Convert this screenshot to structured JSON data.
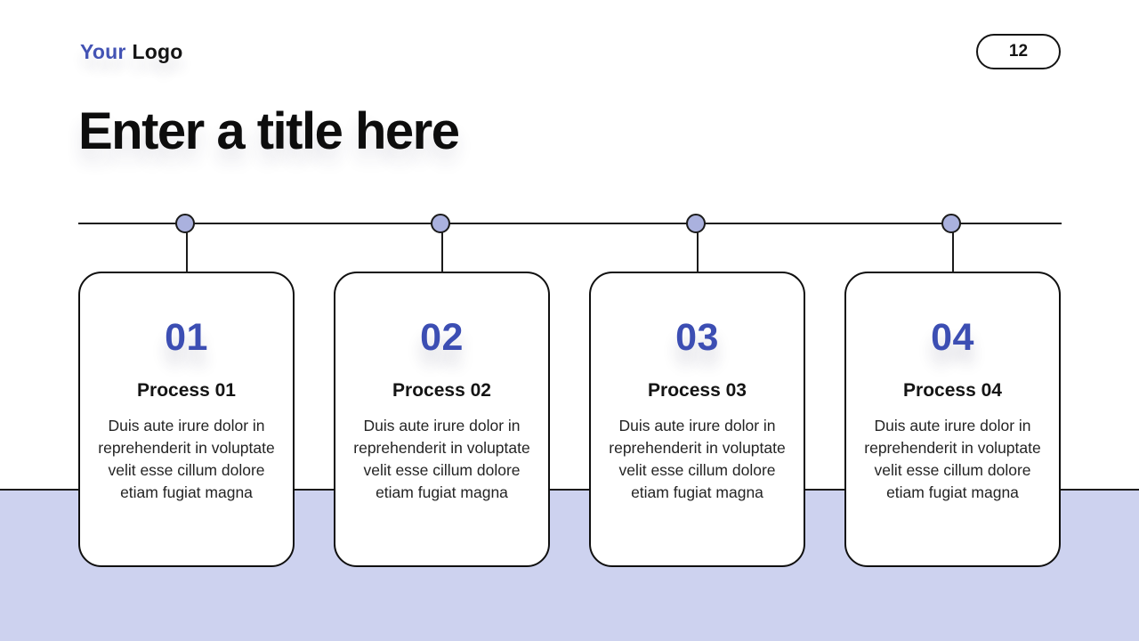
{
  "colors": {
    "accent": "#3c4eb3",
    "band": "#cdd2ef",
    "node_fill": "#aab1de",
    "line": "#1b1b1b",
    "title_ink": "#0d0d0d"
  },
  "header": {
    "logo_part1": "Your",
    "logo_part2": "Logo",
    "page_number": "12"
  },
  "title": "Enter a title here",
  "steps": [
    {
      "number": "01",
      "heading": "Process 01",
      "body": "Duis aute irure dolor in reprehenderit in voluptate velit esse cillum dolore etiam fugiat magna"
    },
    {
      "number": "02",
      "heading": "Process 02",
      "body": "Duis aute irure dolor in reprehenderit in voluptate velit esse cillum dolore etiam fugiat magna"
    },
    {
      "number": "03",
      "heading": "Process 03",
      "body": "Duis aute irure dolor in reprehenderit in voluptate velit esse cillum dolore etiam fugiat magna"
    },
    {
      "number": "04",
      "heading": "Process 04",
      "body": "Duis aute irure dolor in reprehenderit in voluptate velit esse cillum dolore etiam fugiat magna"
    }
  ]
}
